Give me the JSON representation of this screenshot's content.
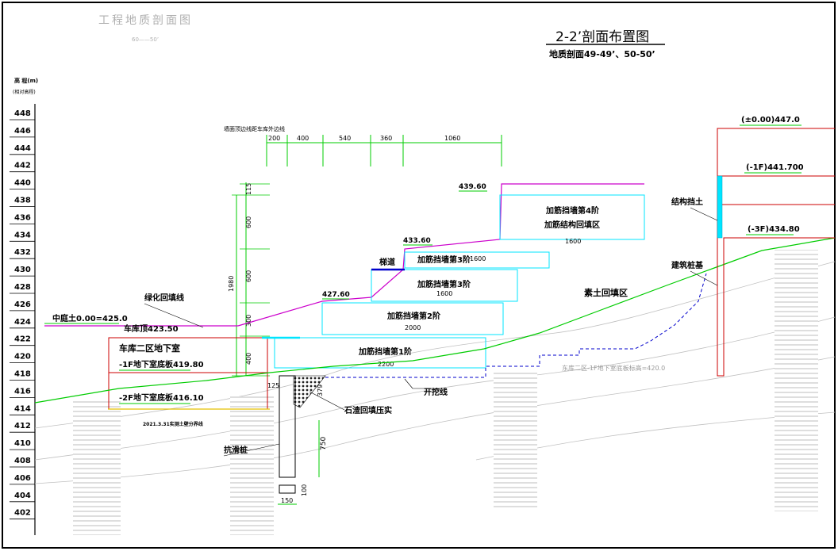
{
  "header": {
    "main_title": "2-2’剖面布置图",
    "sub_title": "地质剖面49-49’、50-50’",
    "faint_title": "工程地质剖面图",
    "faint_sub": "60——50’"
  },
  "elevation_axis": {
    "title": "高 程(m)",
    "subtitle": "(相对高程)",
    "ticks": [
      "448",
      "446",
      "444",
      "442",
      "440",
      "438",
      "436",
      "434",
      "432",
      "430",
      "428",
      "426",
      "424",
      "422",
      "420",
      "418",
      "416",
      "414",
      "412",
      "410",
      "408",
      "406",
      "404",
      "402"
    ]
  },
  "top_dims": {
    "label": "墙面顶边线距车库外边线",
    "values": [
      "200",
      "400",
      "540",
      "360",
      "1060"
    ]
  },
  "vertical_dims": {
    "total": "1980",
    "segments": [
      "115",
      "600",
      "600",
      "300",
      "400"
    ]
  },
  "levels": {
    "lvl_439": "439.60",
    "lvl_433": "433.60",
    "lvl_427": "427.60",
    "zhongting": "中庭土0.00=425.0",
    "garage_top": "车库顶423.50",
    "b1_floor": "-1F地下室底板419.80",
    "b2_floor": "-2F地下室底板416.10",
    "pm0": "(±0.00)447.0",
    "f1": "(-1F)441.700",
    "f3": "(-3F)434.80",
    "ground_label": "东库二区-1F地下室底板标高=420.0"
  },
  "labels": {
    "garage": "车库二区地下室",
    "green_backfill": "绿化回填线",
    "retaining_4a": "加筋挡墙第4阶",
    "retaining_4b": "加筋结构回填区",
    "retaining_3top": "加筋挡墙第3阶",
    "retaining_3": "加筋挡墙第3阶",
    "retaining_2": "加筋挡墙第2阶",
    "retaining_1": "加筋挡墙第1阶",
    "ramp": "梯道",
    "plain_fill": "素土回填区",
    "struct_retain": "结构挡土",
    "building_pile": "建筑桩基",
    "excavation": "开挖线",
    "stone_fill": "石渣回填压实",
    "anti_slide": "抗滑桩",
    "survey_line": "2021.3.31实测土壁分界线",
    "w4": "1600",
    "w3top": "1600",
    "w3": "1600",
    "w2": "2000",
    "w1": "2200",
    "d125": "125",
    "d379": "379",
    "d750": "750",
    "d100": "100",
    "d150": "150"
  },
  "colors": {
    "cyan": "#00e5ff",
    "red": "#cc0000",
    "green": "#00cc00",
    "magenta": "#cc00cc",
    "blue": "#0000cc",
    "yellow": "#e5c100",
    "grey": "#9a9a9a"
  }
}
